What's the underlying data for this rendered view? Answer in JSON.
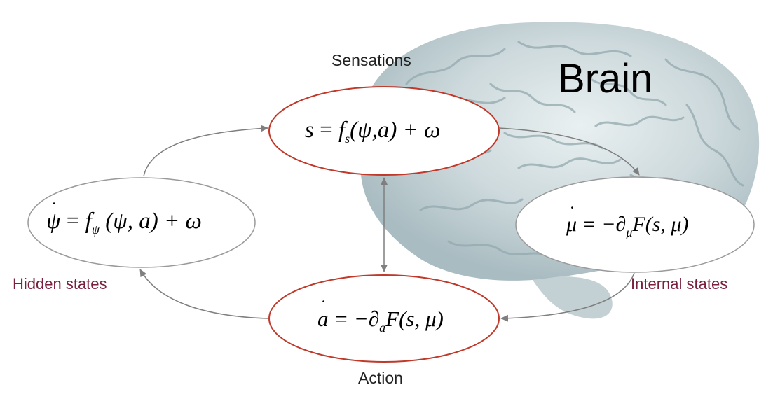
{
  "brain_label": "Brain",
  "labels": {
    "sensations": "Sensations",
    "action": "Action",
    "hidden_states": "Hidden states",
    "internal_states": "Internal states"
  },
  "equations": {
    "sensation": {
      "lhs": "s",
      "f": "f",
      "sub": "s",
      "rhs": "(ψ,a) + ω"
    },
    "hidden": {
      "lhs": "ψ",
      "f": "f",
      "sub": "ψ",
      "rhs": " (ψ, a) + ω"
    },
    "internal": {
      "lhs": "μ",
      "pre": " = −∂",
      "sub": "μ",
      "rhs": "F(s, μ)"
    },
    "action": {
      "lhs": "a",
      "pre": " = −∂",
      "sub": "a",
      "rhs": "F(s, μ)"
    }
  },
  "colors": {
    "red_outline": "#c0392b",
    "gray_outline": "#9a9a9a",
    "arrow": "#7f7f7f",
    "maroon_text": "#7a1f3d"
  }
}
